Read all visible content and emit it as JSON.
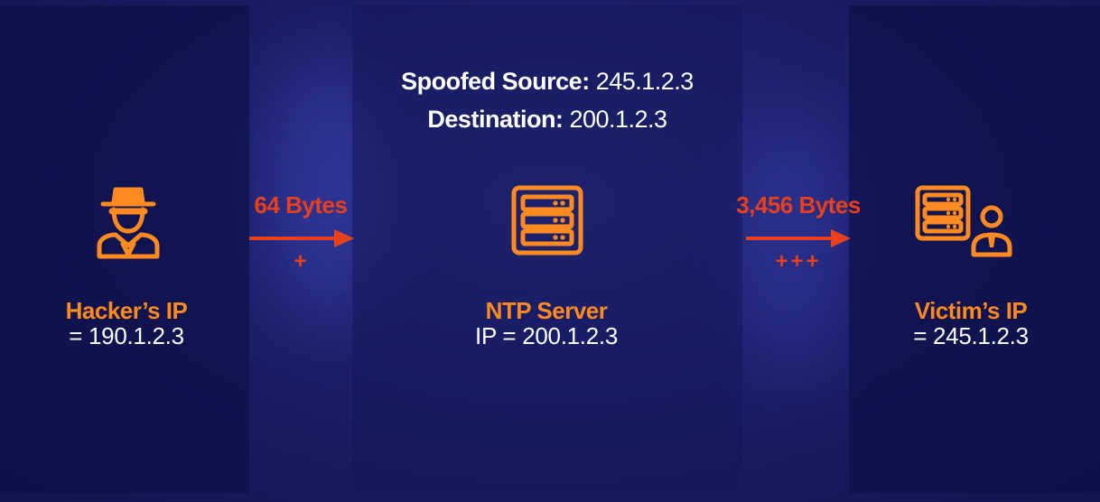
{
  "packet": {
    "spoofed_source_label": "Spoofed Source:",
    "spoofed_source_value": "245.1.2.3",
    "destination_label": "Destination:",
    "destination_value": "200.1.2.3"
  },
  "hacker": {
    "name": "Hacker’s IP",
    "ip": "= 190.1.2.3",
    "icon": "spy-icon"
  },
  "server": {
    "name": "NTP Server",
    "ip": "IP = 200.1.2.3",
    "icon": "server-icon"
  },
  "victim": {
    "name": "Victim’s IP",
    "ip": "= 245.1.2.3",
    "icon": "server-user-icon"
  },
  "request_flow": {
    "bytes": "64 Bytes",
    "marker": "+"
  },
  "response_flow": {
    "bytes": "3,456 Bytes",
    "marker": "+++"
  },
  "colors": {
    "accent_orange": "#ff8a1f",
    "arrow_red": "#e8401c",
    "background": "#1c1f6a"
  }
}
